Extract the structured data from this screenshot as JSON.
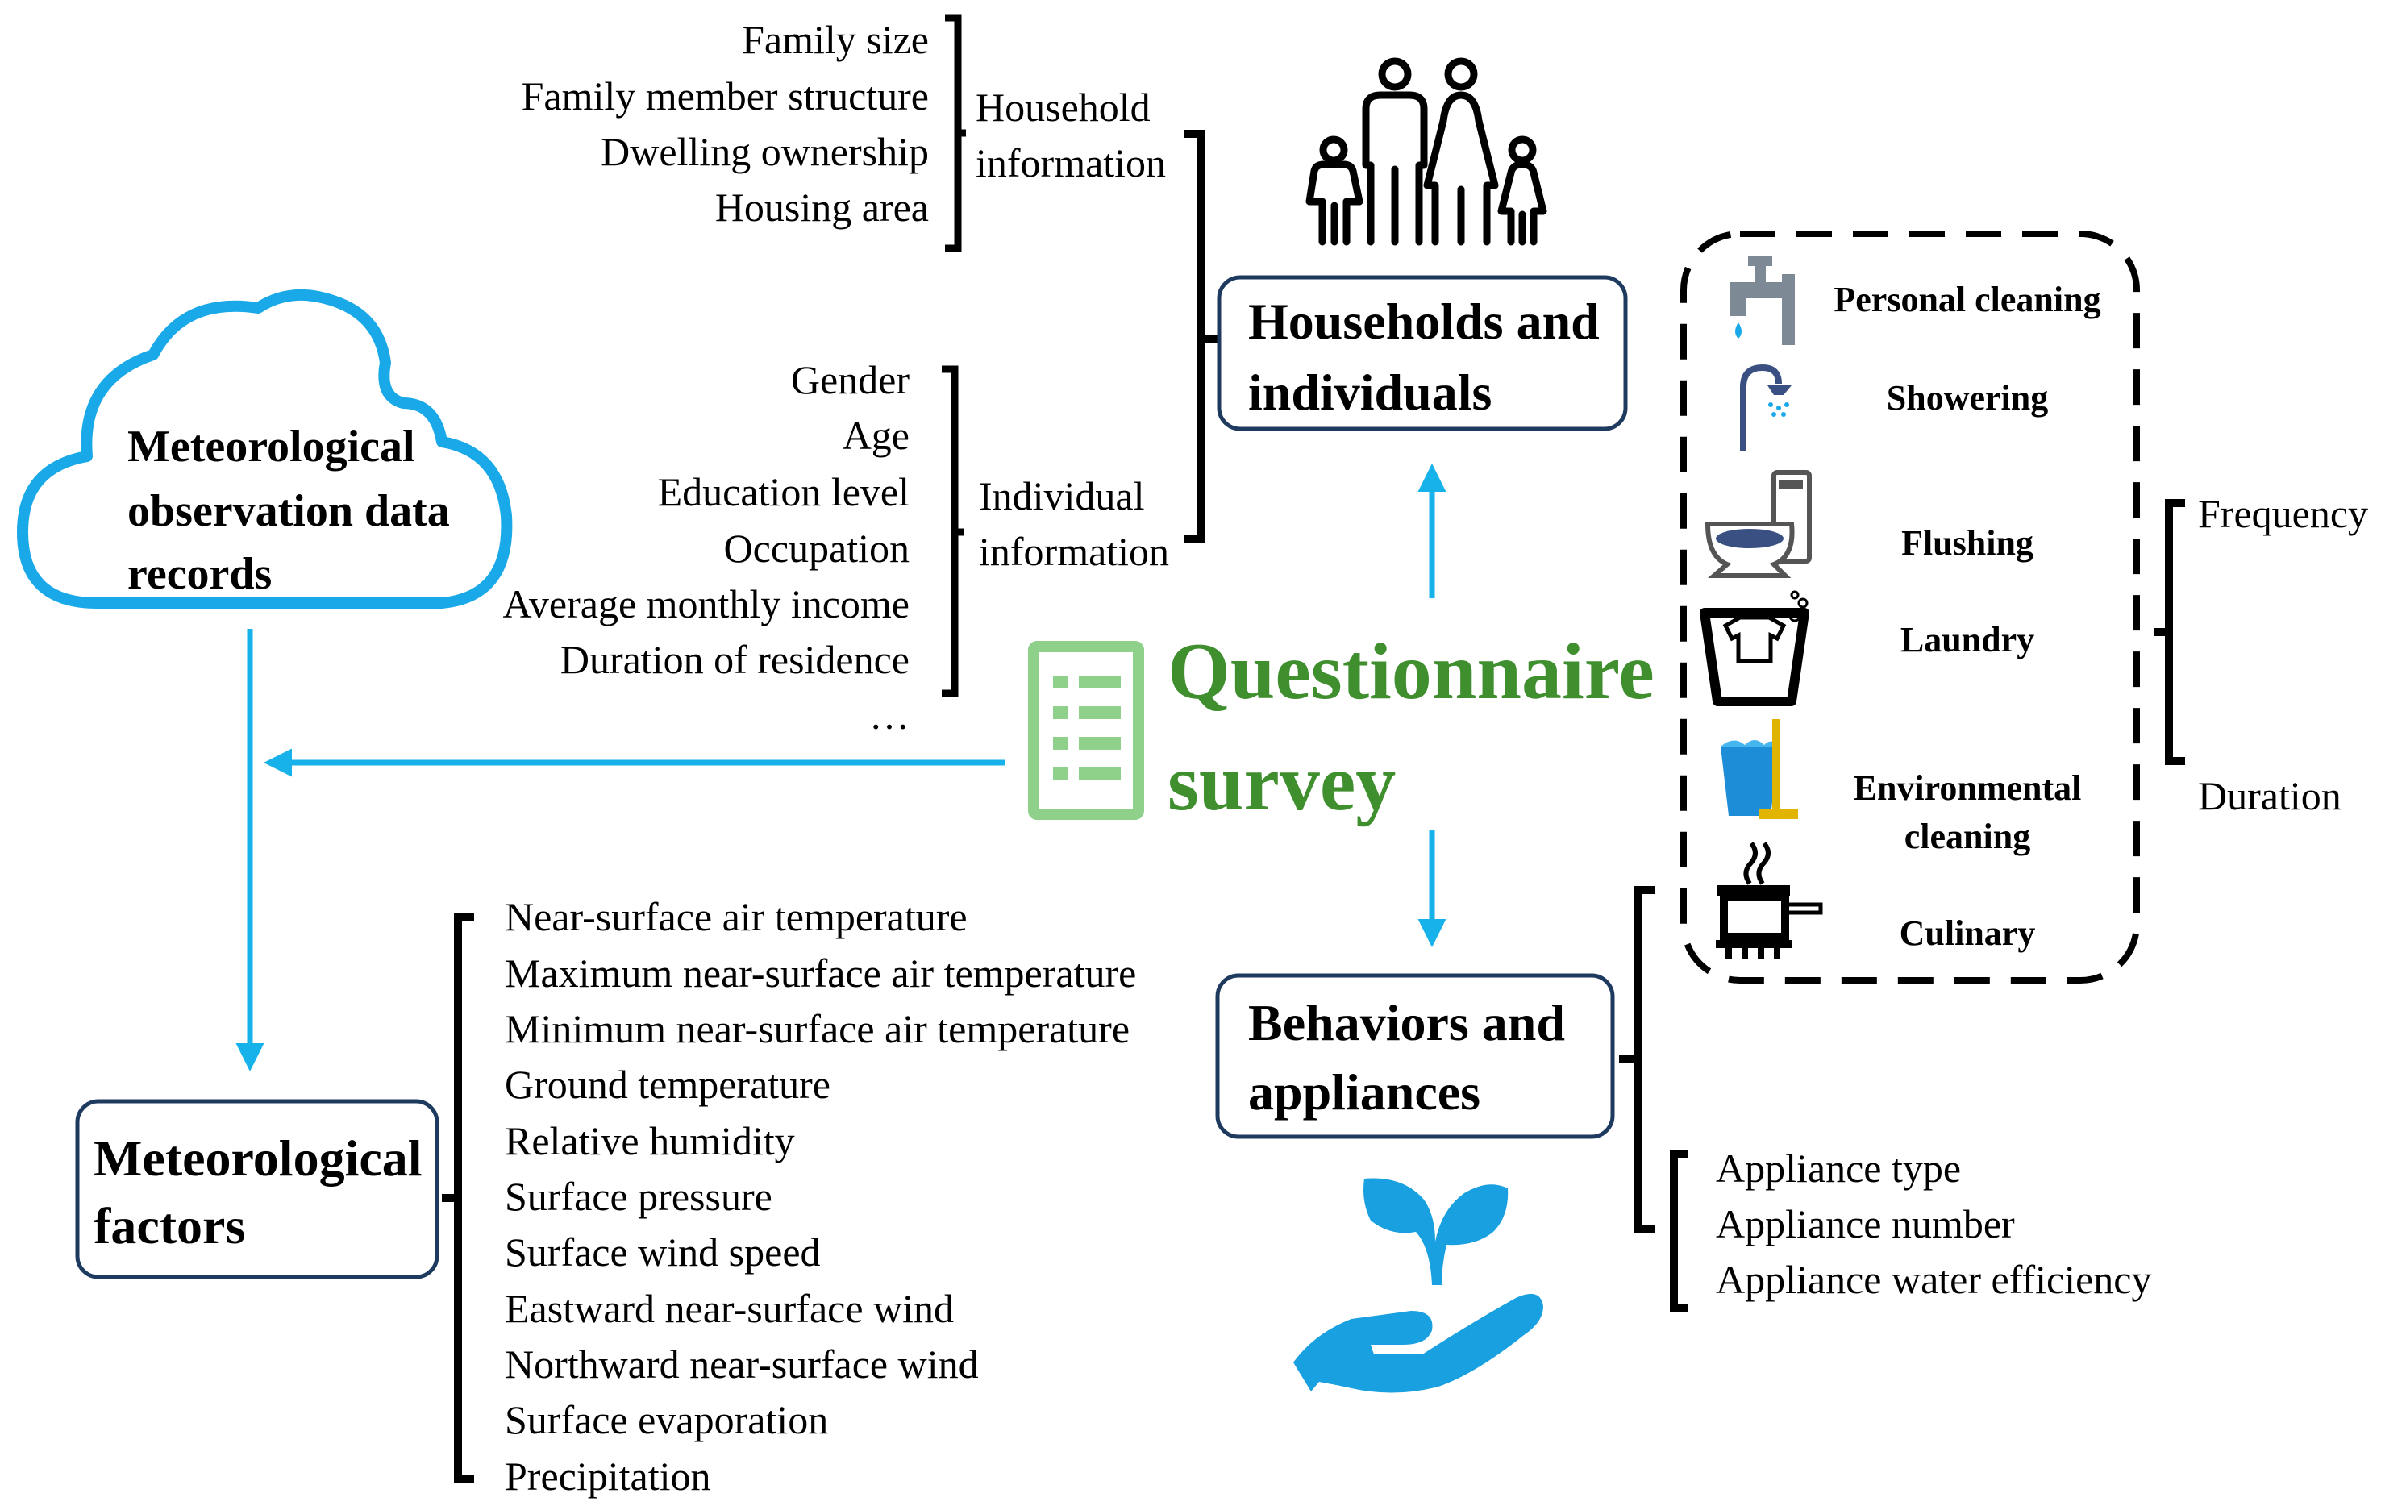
{
  "colors": {
    "accent_blue": "#1aa9e8",
    "arrow_blue": "#18b2ea",
    "box_border": "#1f3a5f",
    "questionnaire_green": "#3f8f2f",
    "icon_green": "#8fd18a",
    "black": "#000000"
  },
  "household_info": {
    "items": [
      "Family size",
      "Family member structure",
      "Dwelling ownership",
      "Housing area"
    ],
    "label_line1": "Household",
    "label_line2": "information"
  },
  "individual_info": {
    "items": [
      "Gender",
      "Age",
      "Education level",
      "Occupation",
      "Average monthly income",
      "Duration of residence",
      "…"
    ],
    "label_line1": "Individual",
    "label_line2": "information"
  },
  "households_box": {
    "line1": "Households and",
    "line2": "individuals"
  },
  "behaviors_box": {
    "line1": "Behaviors and",
    "line2": "appliances"
  },
  "meteo_records": {
    "line1": "Meteorological",
    "line2": "observation data",
    "line3": "records"
  },
  "meteo_factors_box": {
    "line1": "Meteorological",
    "line2": "factors"
  },
  "meteo_factors_items": [
    "Near-surface air temperature",
    "Maximum near-surface air temperature",
    "Minimum near-surface air temperature",
    "Ground temperature",
    "Relative humidity",
    "Surface  pressure",
    "Surface wind speed",
    "Eastward near-surface wind",
    "Northward near-surface wind",
    "Surface evaporation",
    "Precipitation"
  ],
  "questionnaire": {
    "line1": "Questionnaire",
    "line2": "survey"
  },
  "behaviors": {
    "personal_cleaning": "Personal  cleaning",
    "showering": "Showering",
    "flushing": "Flushing",
    "laundry": "Laundry",
    "env_line1": "Environmental",
    "env_line2": "cleaning",
    "culinary": "Culinary"
  },
  "frequency_duration": {
    "frequency": "Frequency",
    "duration": "Duration"
  },
  "appliance_items": [
    "Appliance type",
    "Appliance number",
    "Appliance water efficiency"
  ],
  "icons": [
    "family-icon",
    "cloud-icon",
    "checklist-icon",
    "faucet-icon",
    "shower-icon",
    "toilet-icon",
    "laundry-icon",
    "cleaning-bucket-icon",
    "cooking-pot-icon",
    "plant-in-hand-icon"
  ]
}
